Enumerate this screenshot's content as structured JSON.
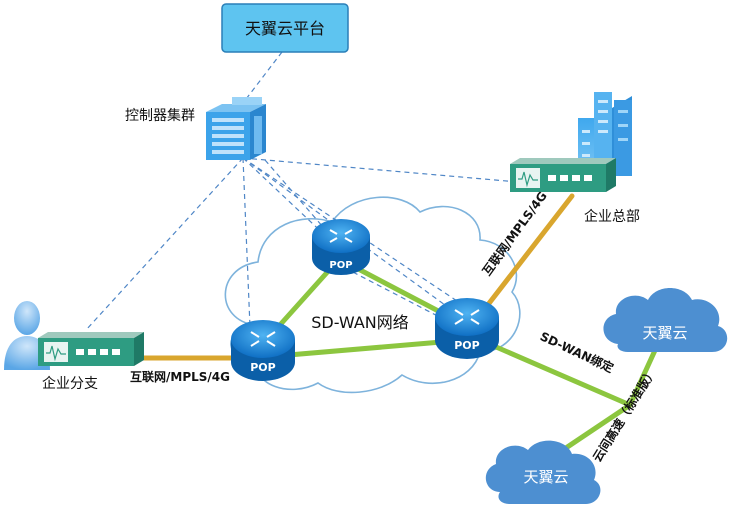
{
  "platform": {
    "label": "天翼云平台"
  },
  "controller": {
    "label": "控制器集群"
  },
  "hq": {
    "label": "企业总部",
    "link_label": "互联网/MPLS/4G"
  },
  "branch": {
    "label": "企业分支",
    "link_label": "互联网/MPLS/4G"
  },
  "sdwan": {
    "label": "SD-WAN网络"
  },
  "pops": {
    "top": "POP",
    "left": "POP",
    "right": "POP"
  },
  "cloud_binding": {
    "label": "SD-WAN绑定"
  },
  "cloud_interconnect": {
    "label": "云间高速（标准版）"
  },
  "clouds": {
    "upper": "天翼云",
    "lower": "天翼云"
  },
  "colors": {
    "platform_fill": "#5ec4f0",
    "platform_border": "#2a7fb8",
    "cloud_stroke": "#7eb3dc",
    "sd_link": "#8cc63f",
    "access_link": "#d9a62e",
    "dashed": "#4f86c6",
    "pop_blue": "#1b7fd0",
    "tianyi_cloud": "#4d8fd1",
    "device_teal": "#2e9c82"
  }
}
